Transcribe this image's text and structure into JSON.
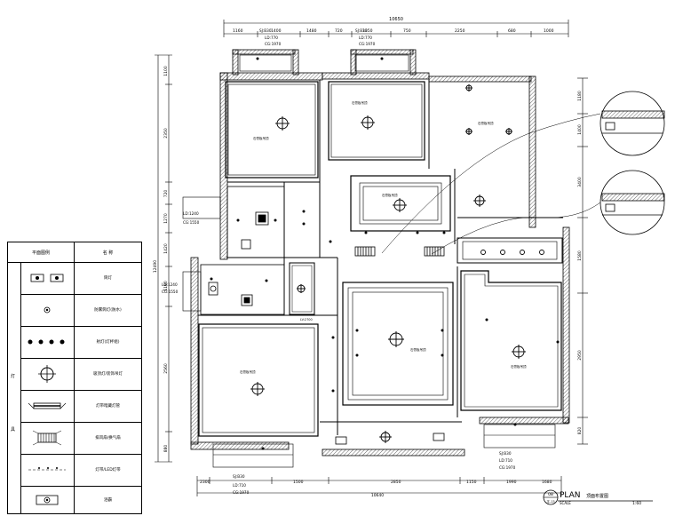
{
  "dimensions": {
    "top_total": "10650",
    "top_segments": [
      "1160",
      "1400",
      "1480",
      "720",
      "1350",
      "750",
      "2250",
      "680",
      "1000"
    ],
    "bottom_segments": [
      "2300",
      "1500",
      "2850",
      "1150",
      "1990",
      "1680"
    ],
    "bottom_total": "10640",
    "left_segments": [
      "1100",
      "2350",
      "720",
      "1270",
      "1420",
      "1180",
      "2560",
      "880"
    ],
    "left_total": "12490",
    "right_segments": [
      "1180",
      "1400",
      "3400",
      "1580",
      "2950",
      "820"
    ]
  },
  "windows": {
    "top_left": {
      "sj": "SJ:B30",
      "ld": "LD:770",
      "cg": "CG:1970"
    },
    "top_mid": {
      "sj": "SJ:B30",
      "ld": "LD:770",
      "cg": "CG:1970"
    },
    "left_upper": {
      "ld": "LD:1240",
      "cg": "CG:1550"
    },
    "left_lower": {
      "ld": "LD:1240",
      "cg": "CG:1550"
    },
    "bottom_left": {
      "sj": "SJ:B30",
      "ld": "LD:710",
      "cg": "CG:1970"
    },
    "bottom_right": {
      "sj": "SJ:B30",
      "ld": "LD:710",
      "cg": "CG:1970"
    }
  },
  "room_labels": {
    "room1": "石膏板吊顶",
    "room2": "石膏板吊顶",
    "room3": "石膏板吊顶",
    "room4": "石膏板吊顶",
    "room5": "石膏板吊顶",
    "room6": "石膏板吊顶",
    "room7": "石膏板吊顶",
    "elev": "LV:2700"
  },
  "legend": {
    "header_symbol": "平面图例",
    "header_name": "名 称",
    "side_top": "灯",
    "side_bottom": "具",
    "rows": [
      {
        "name": "筒灯"
      },
      {
        "name": "防雾筒灯(防水)"
      },
      {
        "name": "射灯(灯杯组)"
      },
      {
        "name": "吸顶灯/装饰吊灯"
      },
      {
        "name": "灯带暗藏灯管"
      },
      {
        "name": "排风扇/换气扇"
      },
      {
        "name": "灯带/LED灯带"
      },
      {
        "name": "浴霸"
      }
    ]
  },
  "title_block": {
    "circle_top": "08",
    "circle_bottom": "平-13",
    "plan": "PLAN",
    "scale_label": "SCALE",
    "title": "顶面布置图",
    "scale": "1:60"
  }
}
